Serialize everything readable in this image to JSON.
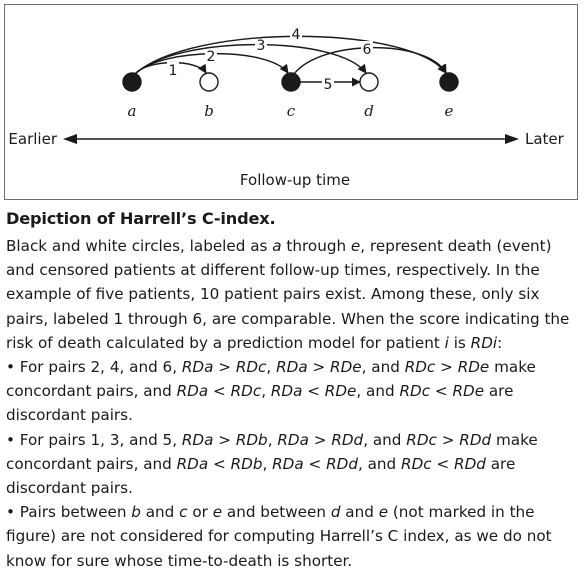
{
  "figure": {
    "patients": [
      {
        "label": "a",
        "status": "event"
      },
      {
        "label": "b",
        "status": "censored"
      },
      {
        "label": "c",
        "status": "event"
      },
      {
        "label": "d",
        "status": "censored"
      },
      {
        "label": "e",
        "status": "event"
      }
    ],
    "pairs": [
      {
        "label": "1",
        "from": "a",
        "to": "b"
      },
      {
        "label": "2",
        "from": "a",
        "to": "c"
      },
      {
        "label": "3",
        "from": "a",
        "to": "d"
      },
      {
        "label": "4",
        "from": "a",
        "to": "e"
      },
      {
        "label": "5",
        "from": "c",
        "to": "d"
      },
      {
        "label": "6",
        "from": "c",
        "to": "e"
      }
    ],
    "axis": {
      "left_label": "Earlier",
      "right_label": "Later",
      "caption": "Follow-up time"
    },
    "colors": {
      "event_fill": "#1a1a1a",
      "censored_fill": "#ffffff",
      "stroke": "#1a1a1a",
      "border": "#6d6d6d"
    }
  },
  "caption": {
    "title": "Depiction of Harrell’s C-index.",
    "intro": [
      {
        "t": "Black and white circles, labeled as "
      },
      {
        "t": "a",
        "i": true
      },
      {
        "t": " through "
      },
      {
        "t": "e",
        "i": true
      },
      {
        "t": ", represent death (event) and censored patients at different follow-up times, respectively. In the example of five patients, 10 patient pairs exist. Among these, only six pairs, labeled 1 through 6, are comparable. When the score indicating the risk of death calculated by a prediction model for patient "
      },
      {
        "t": "i",
        "i": true
      },
      {
        "t": " is "
      },
      {
        "t": "RDi",
        "i": true
      },
      {
        "t": ":"
      }
    ],
    "bullet1": [
      {
        "t": "• For pairs 2, 4, and 6, "
      },
      {
        "t": "RDa",
        "i": true
      },
      {
        "t": " > "
      },
      {
        "t": "RDc",
        "i": true
      },
      {
        "t": ", "
      },
      {
        "t": "RDa",
        "i": true
      },
      {
        "t": " > "
      },
      {
        "t": "RDe",
        "i": true
      },
      {
        "t": ", and "
      },
      {
        "t": "RDc",
        "i": true
      },
      {
        "t": " > "
      },
      {
        "t": "RDe",
        "i": true
      },
      {
        "t": " make concordant pairs, and "
      },
      {
        "t": "RDa",
        "i": true
      },
      {
        "t": " < "
      },
      {
        "t": "RDc",
        "i": true
      },
      {
        "t": ", "
      },
      {
        "t": "RDa",
        "i": true
      },
      {
        "t": " < "
      },
      {
        "t": "RDe",
        "i": true
      },
      {
        "t": ", and "
      },
      {
        "t": "RDc",
        "i": true
      },
      {
        "t": " < "
      },
      {
        "t": "RDe",
        "i": true
      },
      {
        "t": " are discordant pairs."
      }
    ],
    "bullet2": [
      {
        "t": "• For pairs 1, 3, and 5, "
      },
      {
        "t": "RDa",
        "i": true
      },
      {
        "t": " > "
      },
      {
        "t": "RDb",
        "i": true
      },
      {
        "t": ", "
      },
      {
        "t": "RDa",
        "i": true
      },
      {
        "t": " > "
      },
      {
        "t": "RDd",
        "i": true
      },
      {
        "t": ", and "
      },
      {
        "t": "RDc",
        "i": true
      },
      {
        "t": " > "
      },
      {
        "t": "RDd",
        "i": true
      },
      {
        "t": " make concordant pairs, and "
      },
      {
        "t": "RDa",
        "i": true
      },
      {
        "t": " < "
      },
      {
        "t": "RDb",
        "i": true
      },
      {
        "t": ", "
      },
      {
        "t": "RDa",
        "i": true
      },
      {
        "t": " < "
      },
      {
        "t": "RDd",
        "i": true
      },
      {
        "t": ", and "
      },
      {
        "t": "RDc",
        "i": true
      },
      {
        "t": " < "
      },
      {
        "t": "RDd",
        "i": true
      },
      {
        "t": " are discordant pairs."
      }
    ],
    "bullet3": [
      {
        "t": "• Pairs between "
      },
      {
        "t": "b",
        "i": true
      },
      {
        "t": " and "
      },
      {
        "t": "c",
        "i": true
      },
      {
        "t": " or "
      },
      {
        "t": "e",
        "i": true
      },
      {
        "t": " and between "
      },
      {
        "t": "d",
        "i": true
      },
      {
        "t": " and "
      },
      {
        "t": "e",
        "i": true
      },
      {
        "t": " (not marked in the figure) are not considered for computing Harrell’s C index, as we do not know for sure whose time-to-death is shorter."
      }
    ]
  }
}
